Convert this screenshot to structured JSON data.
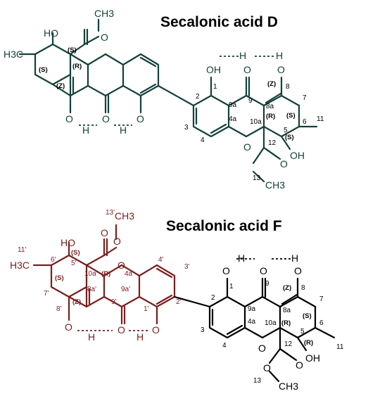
{
  "titles": {
    "d": "Secalonic acid D",
    "f": "Secalonic acid F"
  },
  "colors": {
    "green": "#14403a",
    "red": "#7a1e1e",
    "black": "#000000"
  },
  "d": {
    "ch3_top": "CH3",
    "ho": "HO",
    "h3c": "H3C",
    "o_ring": "O",
    "oh_left": "O",
    "h_left": "H",
    "o_mid": "O",
    "h_mid": "H",
    "o_right": "O",
    "oh1": "OH",
    "h1": "H",
    "o9": "O",
    "h8": "H",
    "o8": "O",
    "o_ring2": "O",
    "oh5": "OH",
    "o12": "O",
    "ch3_13": "CH3",
    "n1": "1",
    "n2": "2",
    "n3": "3",
    "n4": "4",
    "n4a": "4a",
    "n9": "9",
    "n9a": "9a",
    "n8a": "8a",
    "n8": "8",
    "n7": "7",
    "n6": "6",
    "n5": "5",
    "n10a": "10a",
    "n11": "11",
    "n12": "12",
    "n13": "13",
    "s_left1": "(S)",
    "s_left2": "(S)",
    "r_left": "(R)",
    "z_left": "(Z)",
    "z_right": "(Z)",
    "r_right": "(R)",
    "s_r6": "(S)",
    "s_r5": "(S)"
  },
  "f": {
    "n13p": "13'",
    "ch3_top": "CH3",
    "o_ester": "O",
    "o_carb": "O",
    "ho": "HO",
    "n11p": "11'",
    "h3c": "H3C",
    "n6p": "6'",
    "n5p": "5'",
    "s1": "(S)",
    "s2": "(S)",
    "n10ap": "10a'",
    "r1": "(R)",
    "n4ap": "4a'",
    "n4p": "4'",
    "n3p": "3'",
    "o_ring": "O",
    "n7p": "7'",
    "n8ap": "8a'",
    "n9ap": "9a'",
    "n9p": "9'",
    "n8p": "8'",
    "z1": "(Z)",
    "n1p": "1'",
    "n2p": "2'",
    "o_left": "O",
    "h_left": "H",
    "o_mid": "O",
    "h_mid": "H",
    "o_right": "O",
    "oh1": "O",
    "h1": "H",
    "o9": "O",
    "h8": "H",
    "o8": "O",
    "n1": "1",
    "n2": "2",
    "n3": "3",
    "n4": "4",
    "n4a": "4a",
    "n9": "9",
    "n9a": "9a",
    "n8a": "8a",
    "n8": "8",
    "n7": "7",
    "n6": "6",
    "n5": "5",
    "n10a": "10a",
    "n11": "11",
    "n12": "12",
    "n13": "13",
    "z2": "(Z)",
    "r2": "(R)",
    "r3": "(R)",
    "s3": "(S)",
    "o_ring2": "O",
    "oh5": "OH",
    "o12": "O",
    "o_ester2": "O",
    "ch3_13": "CH3"
  }
}
